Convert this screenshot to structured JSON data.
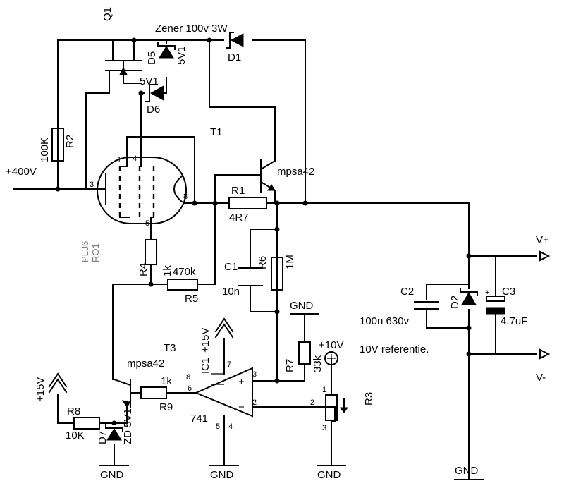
{
  "labels": {
    "q1": "Q1",
    "zener_title": "Zener 100v 3W",
    "d1": "D1",
    "d5": "D5",
    "d5_value": "5V1",
    "d6": "D6",
    "d6_value": "5V1",
    "r2": "R2",
    "r2_value": "100K",
    "supply_400v": "+400V",
    "t1": "T1",
    "t1_type": "mpsa42",
    "r1": "R1",
    "r1_value": "4R7",
    "tube_name": "PL36",
    "tube_ref": "RO1",
    "r4": "R4",
    "r4_value": "1k",
    "r5": "R5",
    "r5_value": "470k",
    "c1": "C1",
    "c1_value": "10n",
    "r6": "R6",
    "r6_value": "1M",
    "gnd": "GND",
    "ic1": "IC1",
    "ic1_supply": "+15V",
    "ic1_type": "741",
    "t3": "T3",
    "t3_type": "mpsa42",
    "r9": "R9",
    "r9_value": "1k",
    "r7": "R7",
    "r7_value": "33k",
    "plus10v": "+10V",
    "r3": "R3",
    "plus15v": "+15V",
    "r8": "R8",
    "r8_value": "10K",
    "d7": "D7",
    "d7_value": "ZD 5V1",
    "c2": "C2",
    "c2_value": "100n 630v",
    "d2": "D2",
    "c3": "C3",
    "c3_value": "4.7uF",
    "vplus": "V+",
    "vminus": "V-",
    "reference_note": "10V referentie.",
    "tube_pin1": "1",
    "tube_pin3": "3",
    "tube_pin4": "4",
    "tube_pin5": "5",
    "tube_pin8": "8",
    "ic_pin2": "2",
    "ic_pin3": "3",
    "ic_pin4": "4",
    "ic_pin5": "5",
    "ic_pin6": "6",
    "ic_pin7": "7",
    "ic_pin8": "8",
    "r3_pin1": "1",
    "r3_pin2": "2",
    "r3_pin3": "3",
    "plus_sign": "+",
    "minus_sign": "−",
    "c3_plus": "+"
  }
}
